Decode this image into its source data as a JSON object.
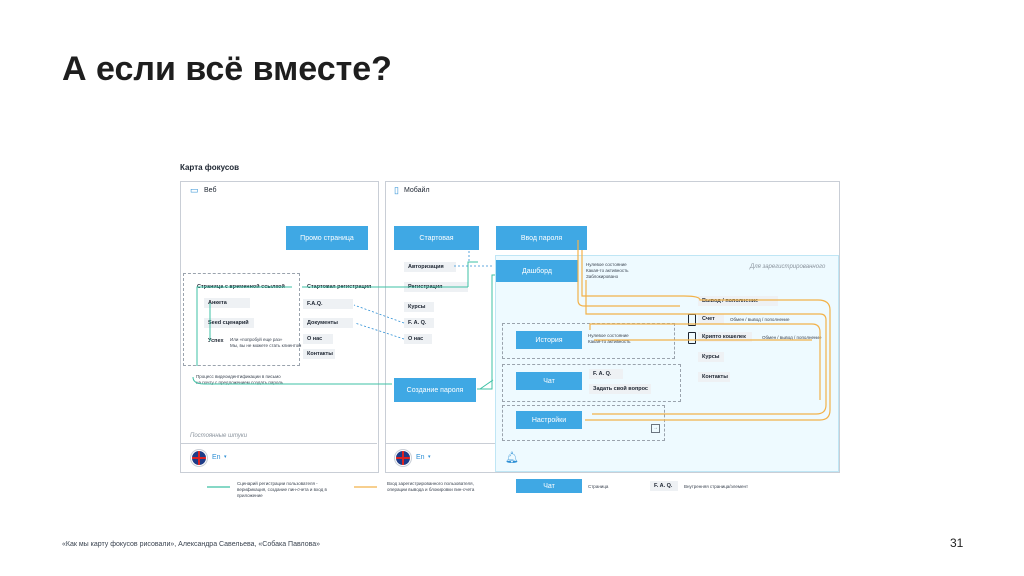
{
  "title": "А если всё вместе?",
  "map_title": "Карта фокусов",
  "web": {
    "label": "Веб",
    "promo_button": "Промо страница",
    "temp_link_page": "Страница с временной ссылкой",
    "items": [
      "Анкета",
      "Seed сценарий",
      "Успех"
    ],
    "success_note": "Или «попробуй еще раз»\nМы, вы не можете стать клиентом",
    "start_registration": "Стартовая регистрация",
    "right_items": [
      "F.A.Q.",
      "Документы",
      "О нас",
      "Контакты"
    ],
    "process_note": "Процесс видеоидентификации в письмо на почту с предложением создать пароль",
    "persistent": "Постоянные штуки",
    "lang": "En"
  },
  "mobile": {
    "label": "Мобайл",
    "start_button": "Стартовая",
    "password_button": "Ввод пароля",
    "left_items": [
      "Авторизация",
      "Регистрация",
      "Курсы",
      "F. A. Q.",
      "О нас"
    ],
    "create_password": "Создание пароля",
    "dashboard": "Дашборд",
    "dashboard_note": "Нулевое состояние\nКакая-то активность\nЗаблокировано",
    "registered_label": "Для зарегистрированного",
    "withdraw": "Вывод / пополнение",
    "account": "Счет",
    "account_note": "Обмен / вывод / пополнение",
    "crypto": "Крипто кошелек",
    "crypto_note": "Обмен / вывод / пополнение",
    "courses": "Курсы",
    "contacts": "Контакты",
    "history": "История",
    "history_note": "Нулевое состояние\nКакая-то активность",
    "chat": "Чат",
    "chat_faq": "F. A. Q.",
    "chat_question": "Задать свой вопрос",
    "settings": "Настройки",
    "lang": "En"
  },
  "legend": {
    "green_text": "Сценарий регистрации пользователя - верификация, создание пин-счета и вход в приложение",
    "orange_text": "Вход зарегистрированного пользователя, операции вывода и блокировки пин-счета",
    "chat": "Чат",
    "page": "Страница",
    "faq": "F. A. Q.",
    "inner": "Внутренняя страница/элемент"
  },
  "footer": "«Как мы карту фокусов рисовали», Александра Савельева, «Собака Павлова»",
  "page_number": "31",
  "colors": {
    "accent": "#3fa8e4",
    "green": "#3ec1a5",
    "orange": "#f2b24a",
    "dashed_blue": "#2d8fd5"
  }
}
